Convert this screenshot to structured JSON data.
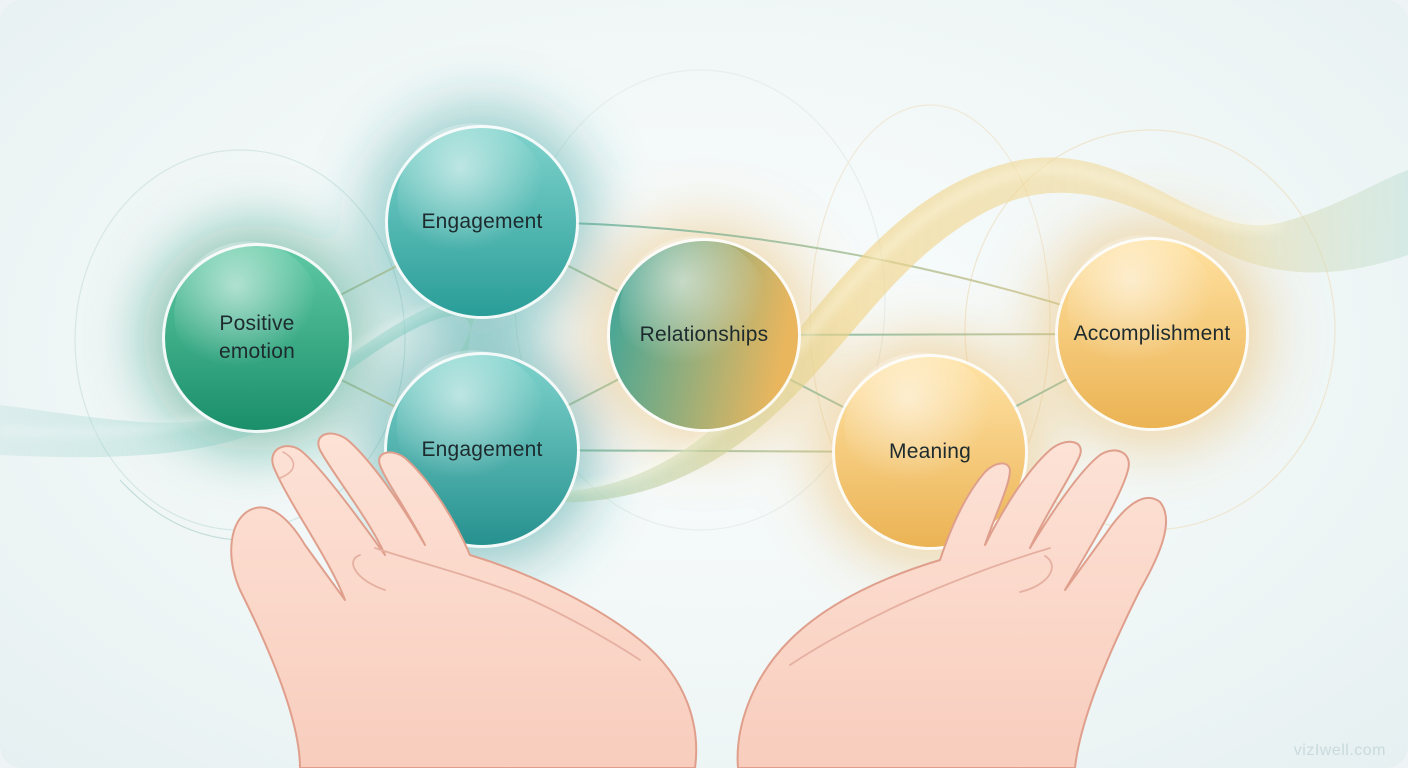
{
  "nodes": [
    {
      "id": "positive-emotion",
      "label": "Positive\nemotion",
      "color_top": "#5fc9a4",
      "color_bottom": "#1a8f6a"
    },
    {
      "id": "engagement-top",
      "label": "Engagement",
      "color_top": "#7fd3cc",
      "color_bottom": "#2a9d98"
    },
    {
      "id": "engagement-bottom",
      "label": "Engagement",
      "color_top": "#7fd3cc",
      "color_bottom": "#26918f"
    },
    {
      "id": "relationships",
      "label": "Relationships",
      "color_top": "#3aa59a",
      "color_bottom": "#e9b65e"
    },
    {
      "id": "meaning",
      "label": "Meaning",
      "color_top": "#ffe3a6",
      "color_bottom": "#ebb354"
    },
    {
      "id": "accomplishment",
      "label": "Accomplishment",
      "color_top": "#ffe1a0",
      "color_bottom": "#ebb354"
    }
  ],
  "colors": {
    "teal": "#3aa89e",
    "green": "#1f9a72",
    "gold": "#f0bf5e",
    "hand_fill": "#fbd9cc",
    "hand_stroke": "#dea08f"
  },
  "watermark": "vizIwell.com"
}
